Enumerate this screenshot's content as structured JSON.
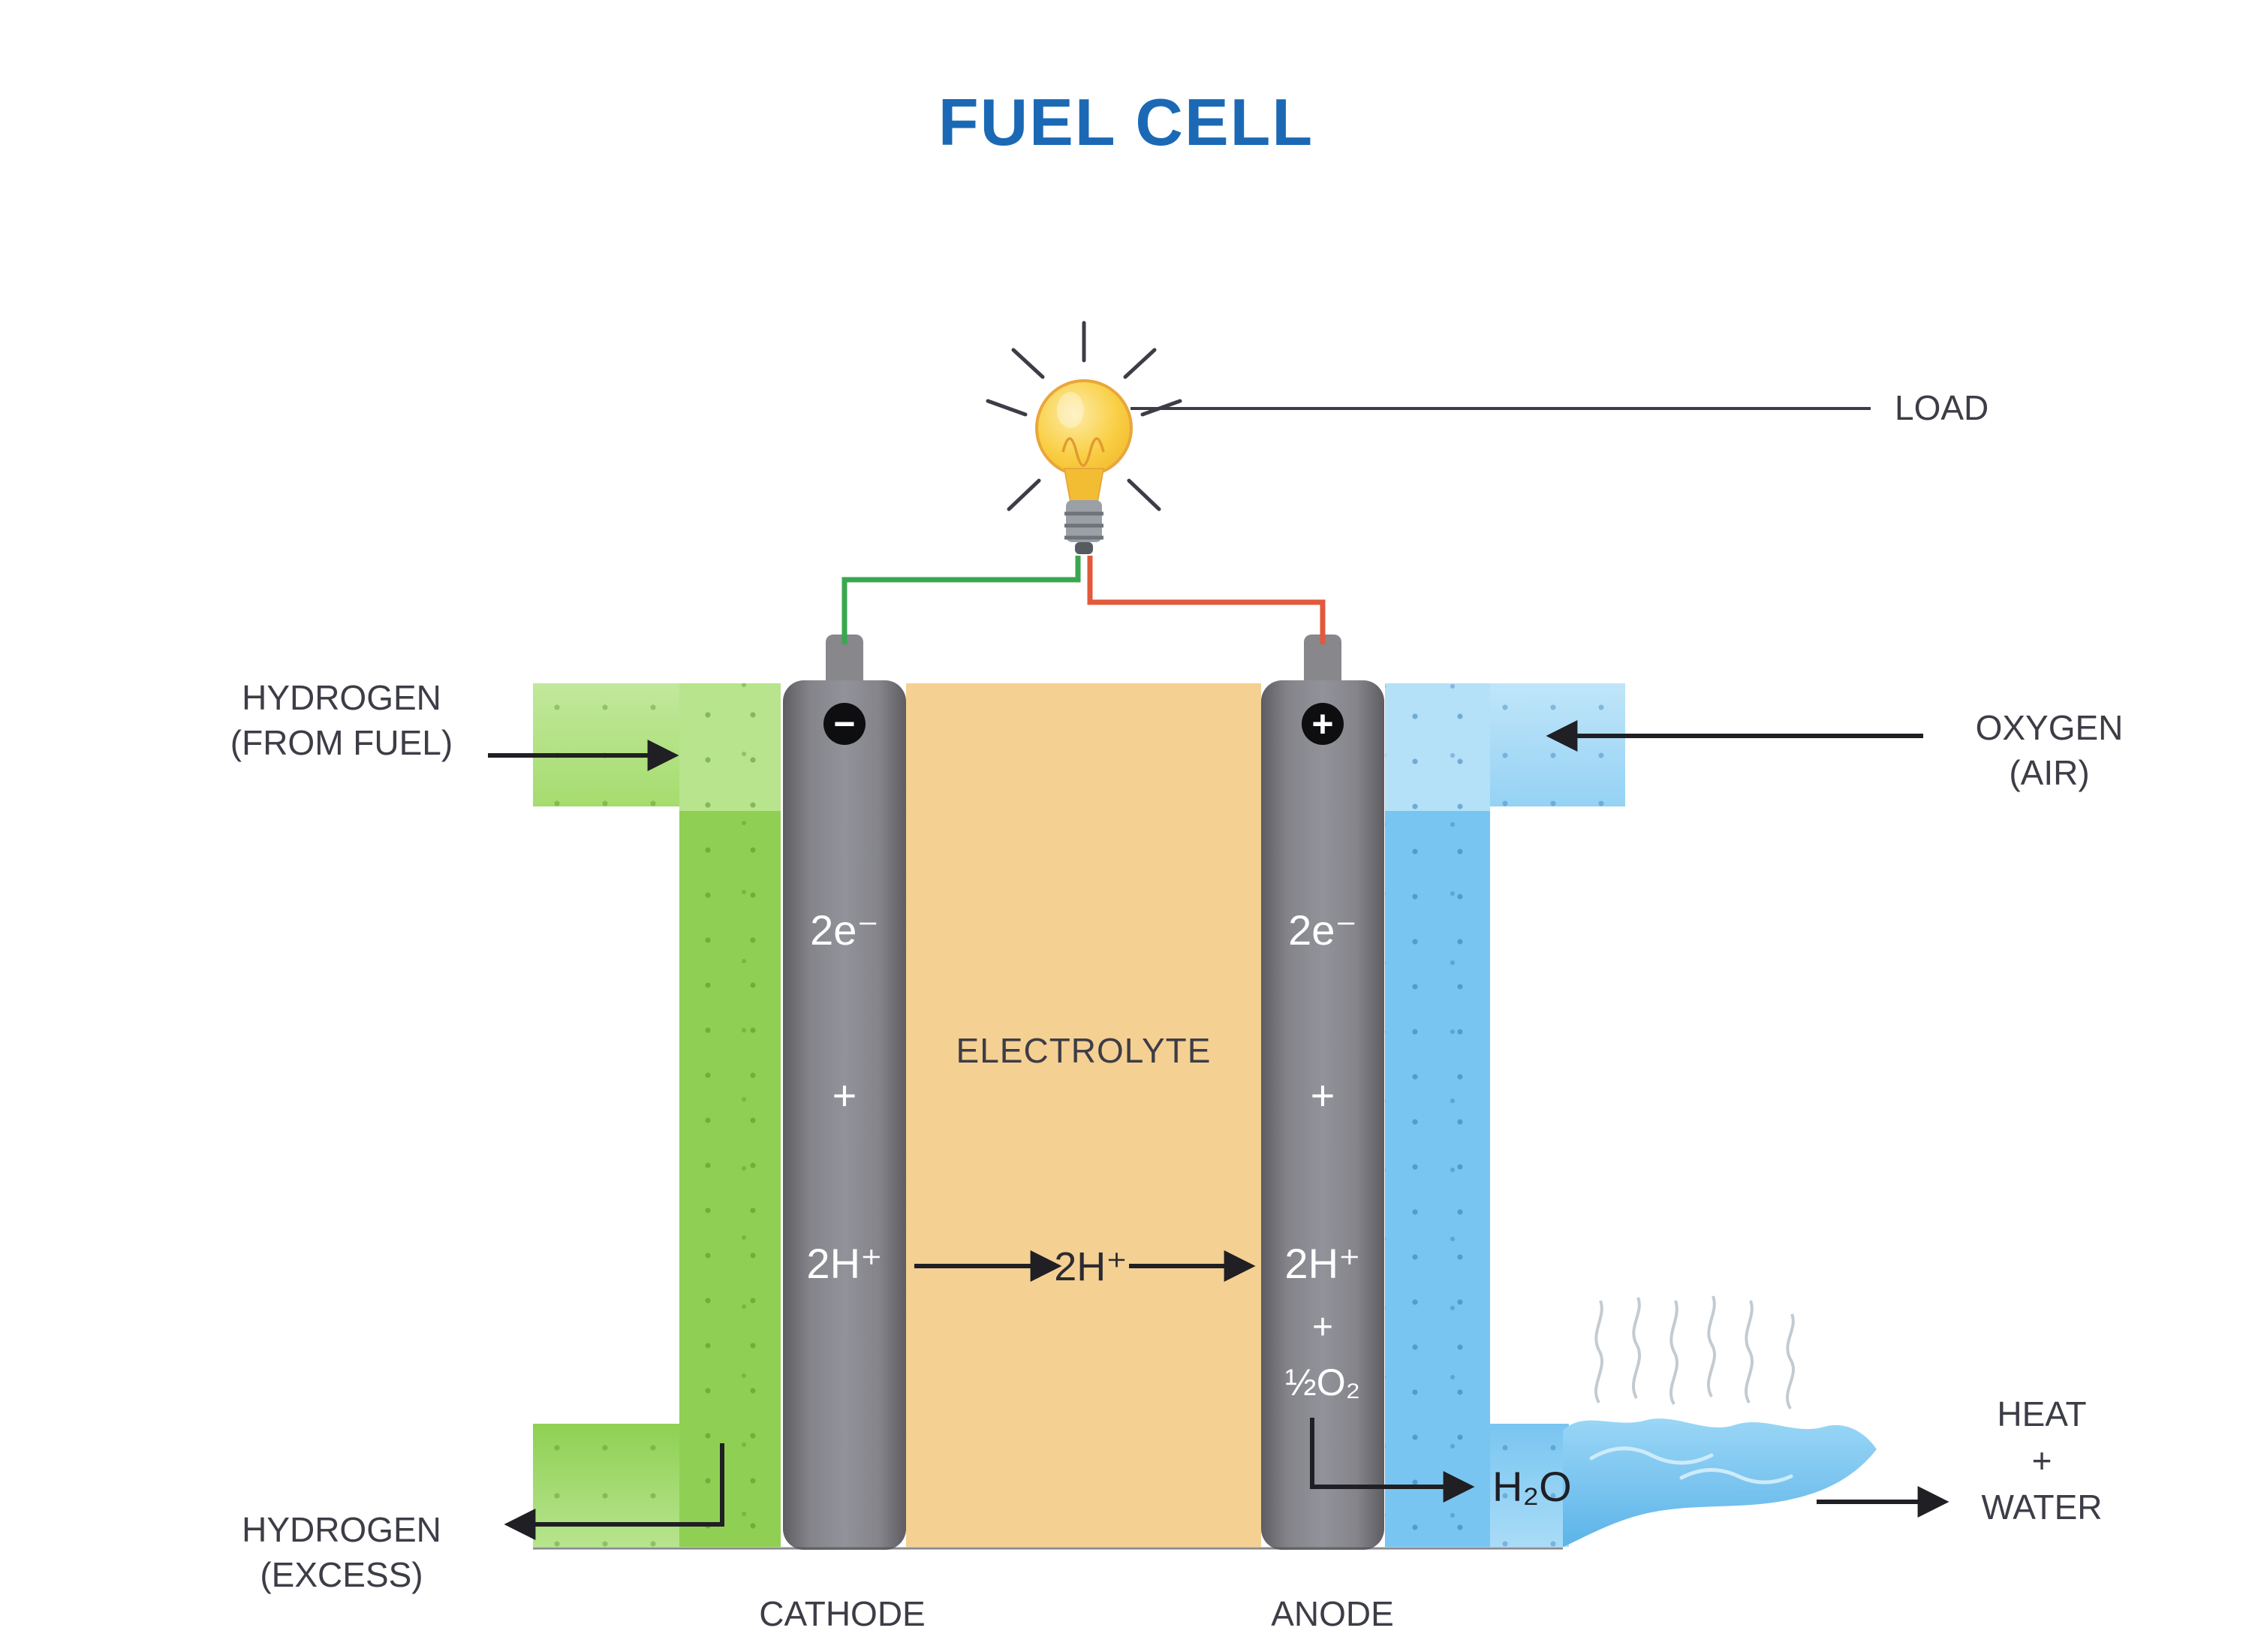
{
  "title": "FUEL CELL",
  "load_label": "LOAD",
  "left": {
    "input_line1": "HYDROGEN",
    "input_line2": "(FROM FUEL)",
    "output_line1": "HYDROGEN",
    "output_line2": "(EXCESS)"
  },
  "right": {
    "input_line1": "OXYGEN",
    "input_line2": "(AIR)",
    "output_line1": "HEAT",
    "output_line2": "+",
    "output_line3": "WATER"
  },
  "cell": {
    "electrolyte": "ELECTROLYTE",
    "cathode": "CATHODE",
    "anode": "ANODE",
    "negative_terminal": "−",
    "positive_terminal": "+",
    "cathode_species": {
      "electrons": "2e⁻",
      "plus": "+",
      "protons": "2H⁺"
    },
    "anode_species": {
      "electrons": "2e⁻",
      "plus": "+",
      "protons": "2H⁺",
      "plus2": "+",
      "oxygen": "½O₂"
    },
    "migrating_ion": "2H⁺",
    "product": "H₂O"
  },
  "colors": {
    "title_blue": "#1b69b5",
    "hydrogen_green": "#8fd054",
    "oxygen_blue": "#79c5f1",
    "electrolyte_tan": "#f4d092",
    "electrode_gray": "#86868b",
    "negative_wire_green": "#3aa74f",
    "positive_wire_red": "#e2593b",
    "bulb_yellow": "#f7c72e",
    "label_text": "#3d3d47"
  }
}
